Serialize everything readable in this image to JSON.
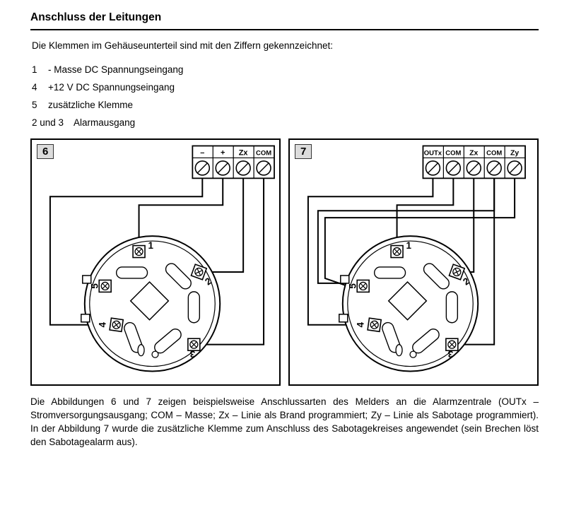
{
  "page": {
    "title": "Anschluss der Leitungen",
    "intro": "Die Klemmen im Gehäuseunterteil sind mit den Ziffern gekennzeichnet:",
    "terminal_list": [
      {
        "term": "1",
        "desc": "- Masse DC Spannungseingang"
      },
      {
        "term": "4",
        "desc": "+12 V DC Spannungseingang"
      },
      {
        "term": "5",
        "desc": "zusätzliche Klemme"
      },
      {
        "term": "2 und 3",
        "desc": "Alarmausgang"
      }
    ],
    "caption": "Die Abbildungen 6 und 7 zeigen beispielsweise Anschlussarten des Melders an die Alarmzentrale (OUTx – Stromversorgungsausgang; COM – Masse; Zx – Linie als Brand programmiert; Zy – Linie als Sabotage programmiert). In der Abbildung 7 wurde die zusätzliche Klemme zum Anschluss des Sabotagekreises angewendet (sein Brechen löst den Sabotagealarm aus)."
  },
  "figure6": {
    "number": "6",
    "terminal_labels": [
      "–",
      "+",
      "Zx",
      "COM"
    ],
    "base_terminals": [
      "1",
      "2",
      "3",
      "4",
      "5"
    ]
  },
  "figure7": {
    "number": "7",
    "terminal_labels": [
      "OUTx",
      "COM",
      "Zx",
      "COM",
      "Zy"
    ],
    "base_terminals": [
      "1",
      "2",
      "3",
      "4",
      "5"
    ]
  }
}
